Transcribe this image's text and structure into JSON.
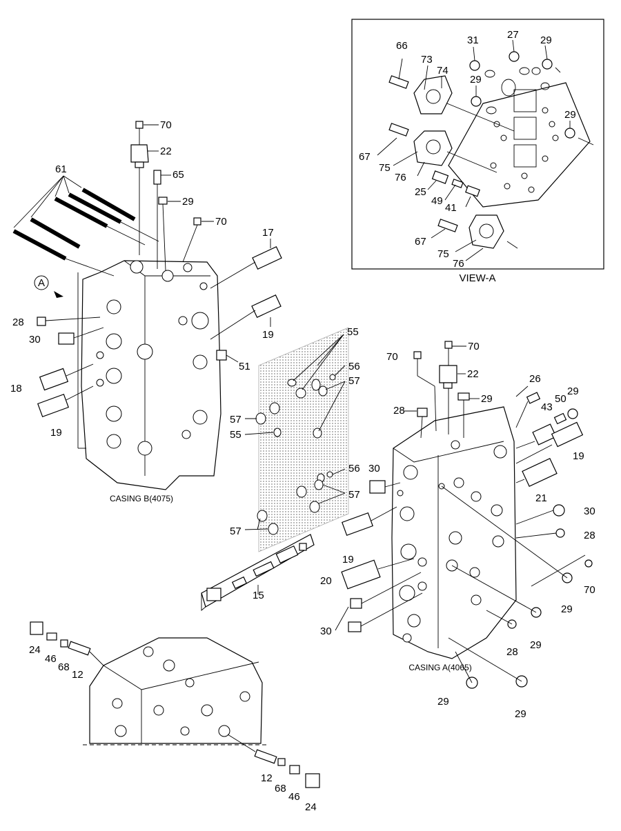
{
  "diagram": {
    "view_title": "VIEW-A",
    "view_marker": "A",
    "casing_b_caption": "CASING B(4075)",
    "casing_a_caption": "CASING A(4065)",
    "callouts": [
      {
        "id": "c70a",
        "text": "70"
      },
      {
        "id": "c22a",
        "text": "22"
      },
      {
        "id": "c61",
        "text": "61"
      },
      {
        "id": "c65",
        "text": "65"
      },
      {
        "id": "c29a",
        "text": "29"
      },
      {
        "id": "c70b",
        "text": "70"
      },
      {
        "id": "c17",
        "text": "17"
      },
      {
        "id": "c28a",
        "text": "28"
      },
      {
        "id": "c30a",
        "text": "30"
      },
      {
        "id": "c19a",
        "text": "19"
      },
      {
        "id": "c51",
        "text": "51"
      },
      {
        "id": "c18",
        "text": "18"
      },
      {
        "id": "c19b",
        "text": "19"
      },
      {
        "id": "c66",
        "text": "66"
      },
      {
        "id": "c73",
        "text": "73"
      },
      {
        "id": "c74",
        "text": "74"
      },
      {
        "id": "c31",
        "text": "31"
      },
      {
        "id": "c27",
        "text": "27"
      },
      {
        "id": "c29v1",
        "text": "29"
      },
      {
        "id": "c29v2",
        "text": "29"
      },
      {
        "id": "c29v3",
        "text": "29"
      },
      {
        "id": "c67a",
        "text": "67"
      },
      {
        "id": "c75a",
        "text": "75"
      },
      {
        "id": "c76a",
        "text": "76"
      },
      {
        "id": "c25",
        "text": "25"
      },
      {
        "id": "c49",
        "text": "49"
      },
      {
        "id": "c41",
        "text": "41"
      },
      {
        "id": "c67b",
        "text": "67"
      },
      {
        "id": "c75b",
        "text": "75"
      },
      {
        "id": "c76b",
        "text": "76"
      },
      {
        "id": "c55a",
        "text": "55"
      },
      {
        "id": "c56a",
        "text": "56"
      },
      {
        "id": "c57a",
        "text": "57"
      },
      {
        "id": "c57b",
        "text": "57"
      },
      {
        "id": "c55b",
        "text": "55"
      },
      {
        "id": "c56b",
        "text": "56"
      },
      {
        "id": "c57c",
        "text": "57"
      },
      {
        "id": "c57d",
        "text": "57"
      },
      {
        "id": "c15",
        "text": "15"
      },
      {
        "id": "c70c",
        "text": "70"
      },
      {
        "id": "c70d",
        "text": "70"
      },
      {
        "id": "c22b",
        "text": "22"
      },
      {
        "id": "c26",
        "text": "26"
      },
      {
        "id": "c29b",
        "text": "29"
      },
      {
        "id": "c28b",
        "text": "28"
      },
      {
        "id": "c43",
        "text": "43"
      },
      {
        "id": "c50",
        "text": "50"
      },
      {
        "id": "c29c",
        "text": "29"
      },
      {
        "id": "c19c",
        "text": "19"
      },
      {
        "id": "c30b",
        "text": "30"
      },
      {
        "id": "c21",
        "text": "21"
      },
      {
        "id": "c30c",
        "text": "30"
      },
      {
        "id": "c28c",
        "text": "28"
      },
      {
        "id": "c19d",
        "text": "19"
      },
      {
        "id": "c20",
        "text": "20"
      },
      {
        "id": "c70e",
        "text": "70"
      },
      {
        "id": "c29d",
        "text": "29"
      },
      {
        "id": "c30d",
        "text": "30"
      },
      {
        "id": "c29e",
        "text": "29"
      },
      {
        "id": "c28d",
        "text": "28"
      },
      {
        "id": "c29f",
        "text": "29"
      },
      {
        "id": "c29g",
        "text": "29"
      },
      {
        "id": "c24a",
        "text": "24"
      },
      {
        "id": "c46a",
        "text": "46"
      },
      {
        "id": "c68a",
        "text": "68"
      },
      {
        "id": "c12a",
        "text": "12"
      },
      {
        "id": "c12b",
        "text": "12"
      },
      {
        "id": "c68b",
        "text": "68"
      },
      {
        "id": "c46b",
        "text": "46"
      },
      {
        "id": "c24b",
        "text": "24"
      }
    ]
  }
}
